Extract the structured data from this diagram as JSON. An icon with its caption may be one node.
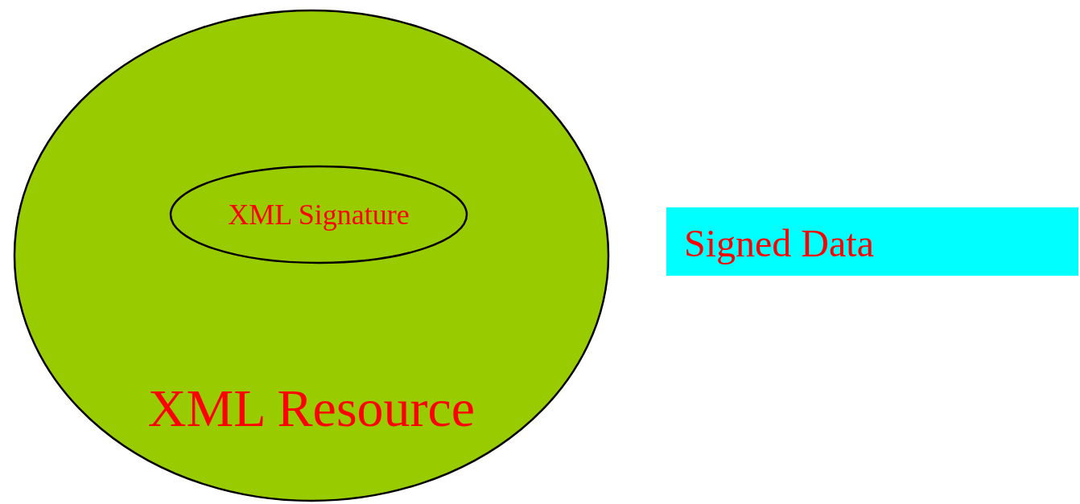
{
  "diagram": {
    "nodes": [
      {
        "text": [
          "XML Resource"
        ]
      },
      {
        "text": [
          "XML Signature"
        ],
        "in": 0
      },
      {
        "text": [
          "Signed Data"
        ]
      }
    ]
  }
}
